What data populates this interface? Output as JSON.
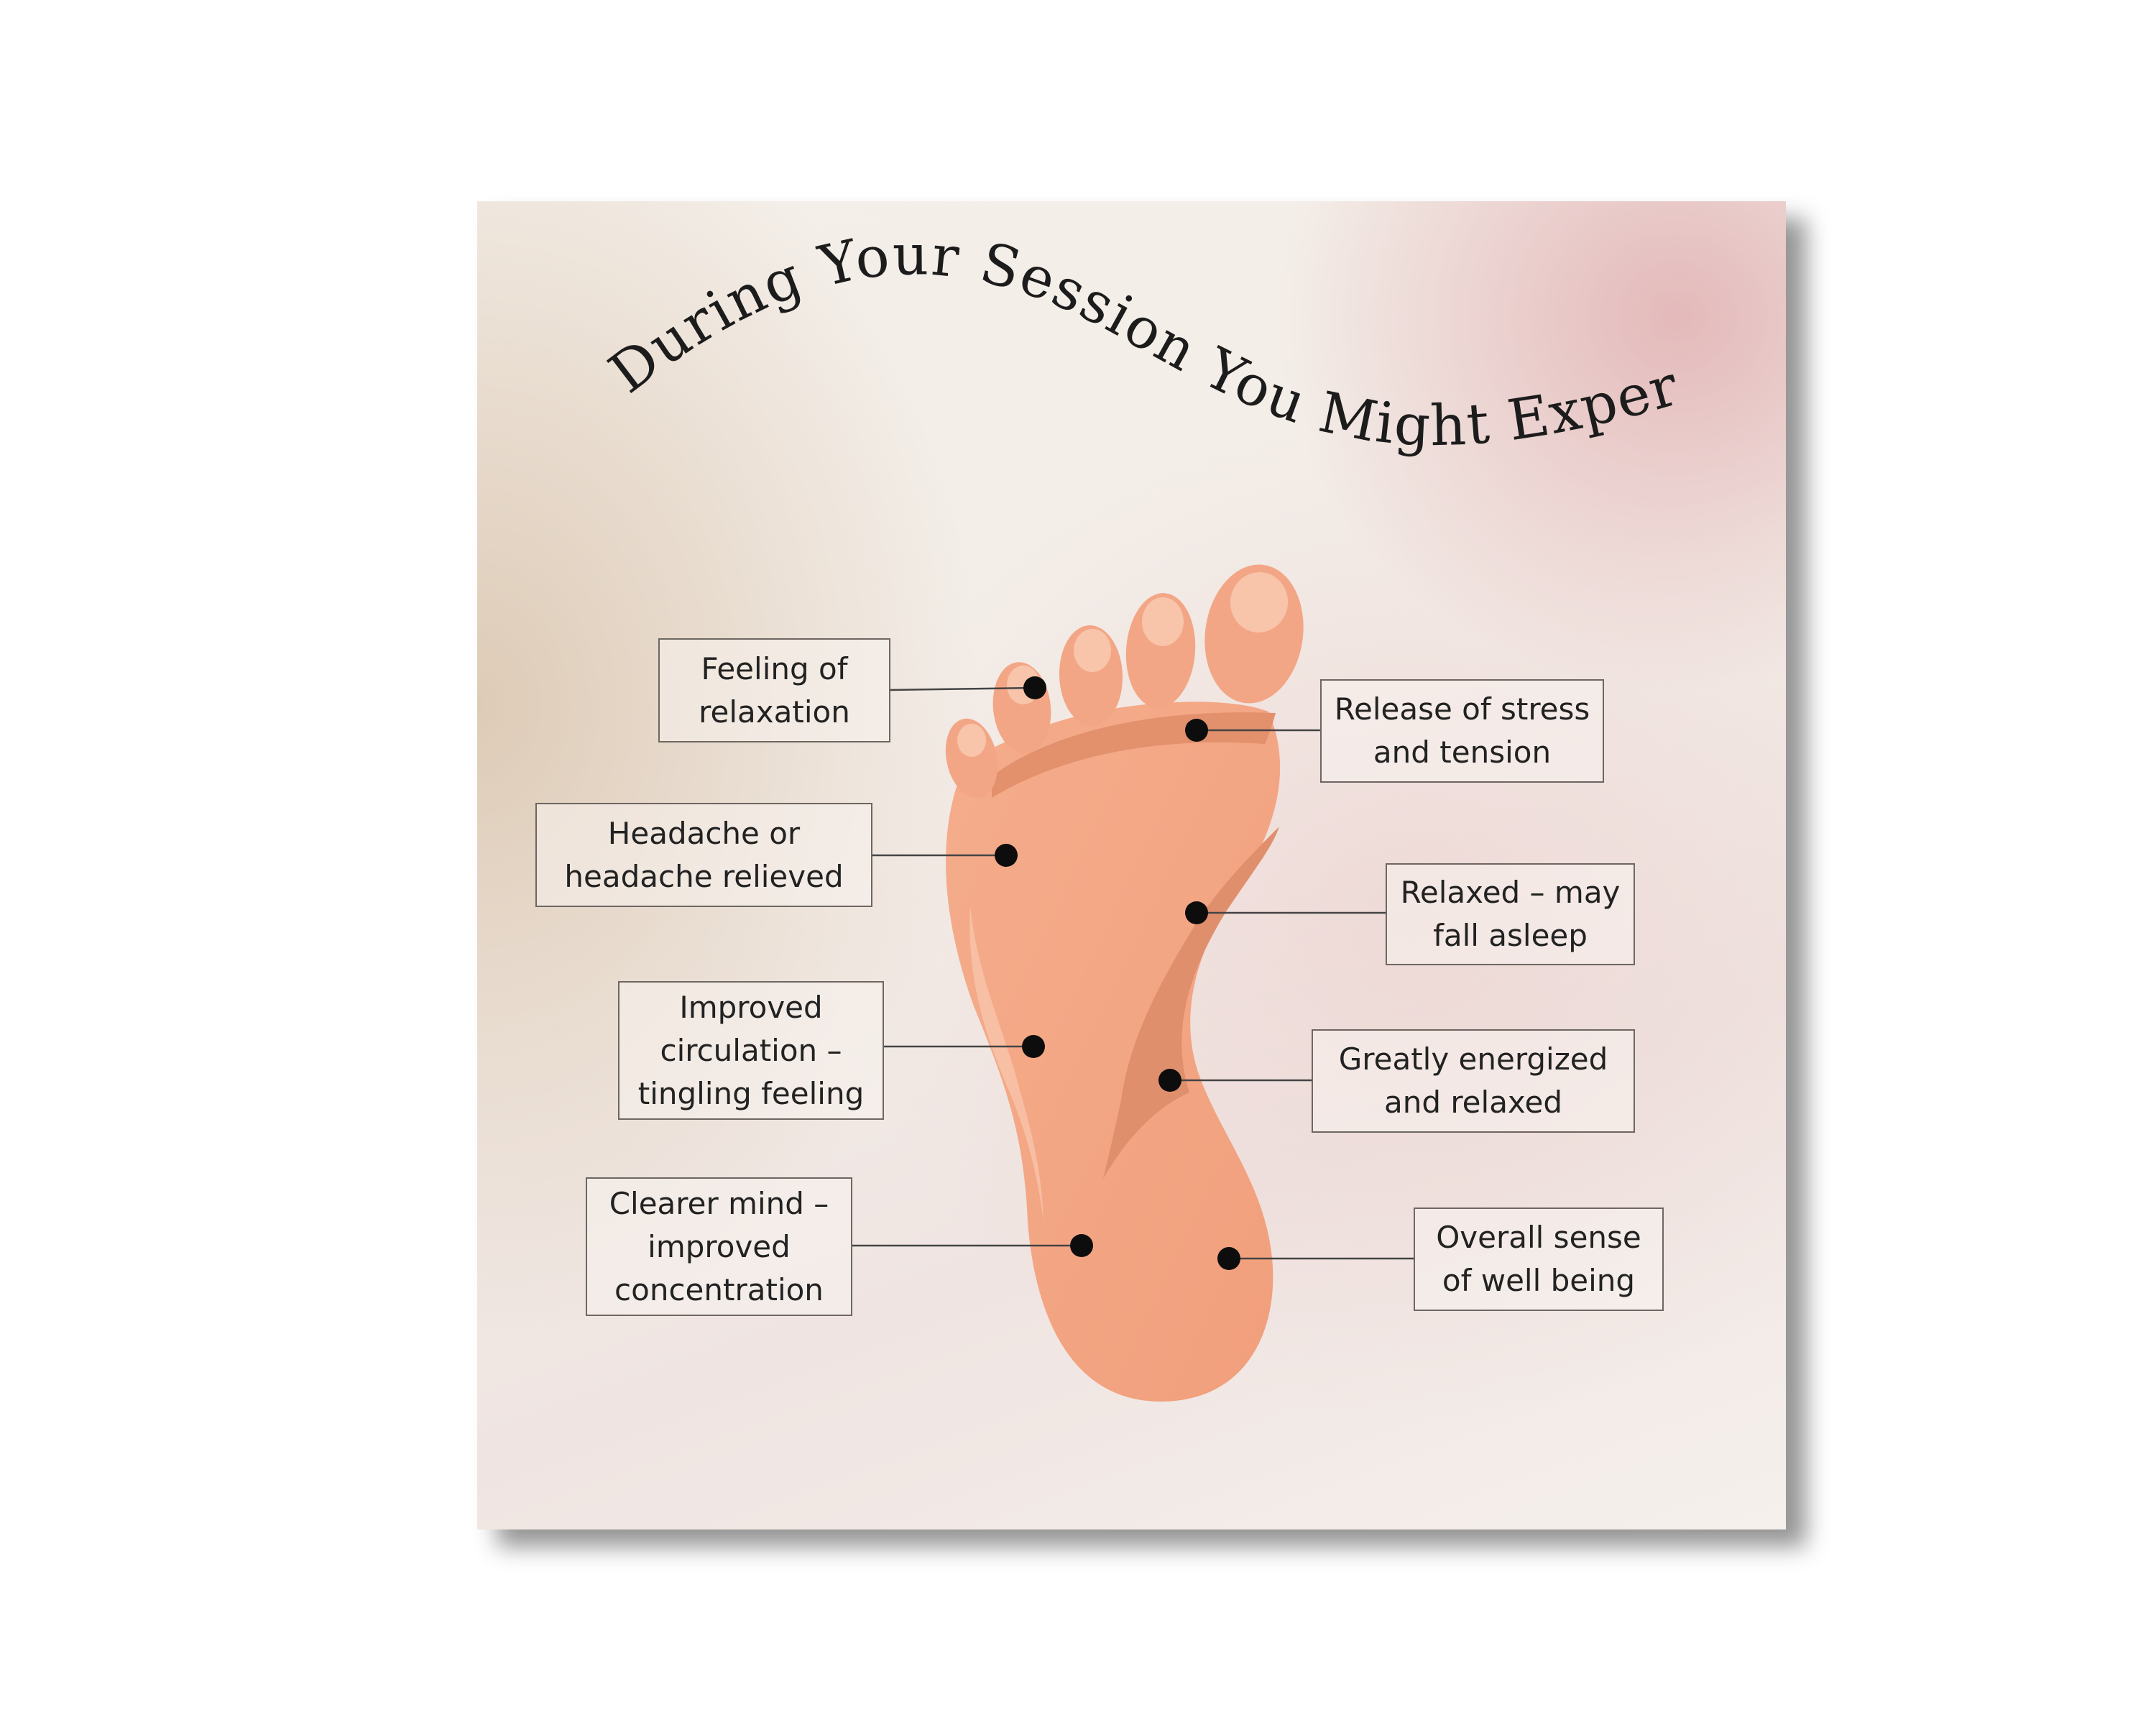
{
  "title": "During Your Session You Might Experience",
  "colors": {
    "foot_main": "#f3a685",
    "foot_shade": "#e08f6d",
    "foot_highlight": "#f8c4aa",
    "point": "#0d0d0d",
    "line": "#444444",
    "title": "#1c1c1c"
  },
  "callouts": [
    {
      "id": "feeling-of-relaxation",
      "text": "Feeling of\nrelaxation"
    },
    {
      "id": "headache-relieved",
      "text": "Headache or\nheadache relieved"
    },
    {
      "id": "improved-circulation",
      "text": "Improved\ncirculation –\ntingling feeling"
    },
    {
      "id": "clearer-mind",
      "text": "Clearer mind –\nimproved\nconcentration"
    },
    {
      "id": "release-of-stress",
      "text": "Release of stress\nand tension"
    },
    {
      "id": "relaxed-fall-asleep",
      "text": "Relaxed – may\nfall asleep"
    },
    {
      "id": "greatly-energized",
      "text": "Greatly energized\nand relaxed"
    },
    {
      "id": "overall-well-being",
      "text": "Overall sense\nof well being"
    }
  ]
}
